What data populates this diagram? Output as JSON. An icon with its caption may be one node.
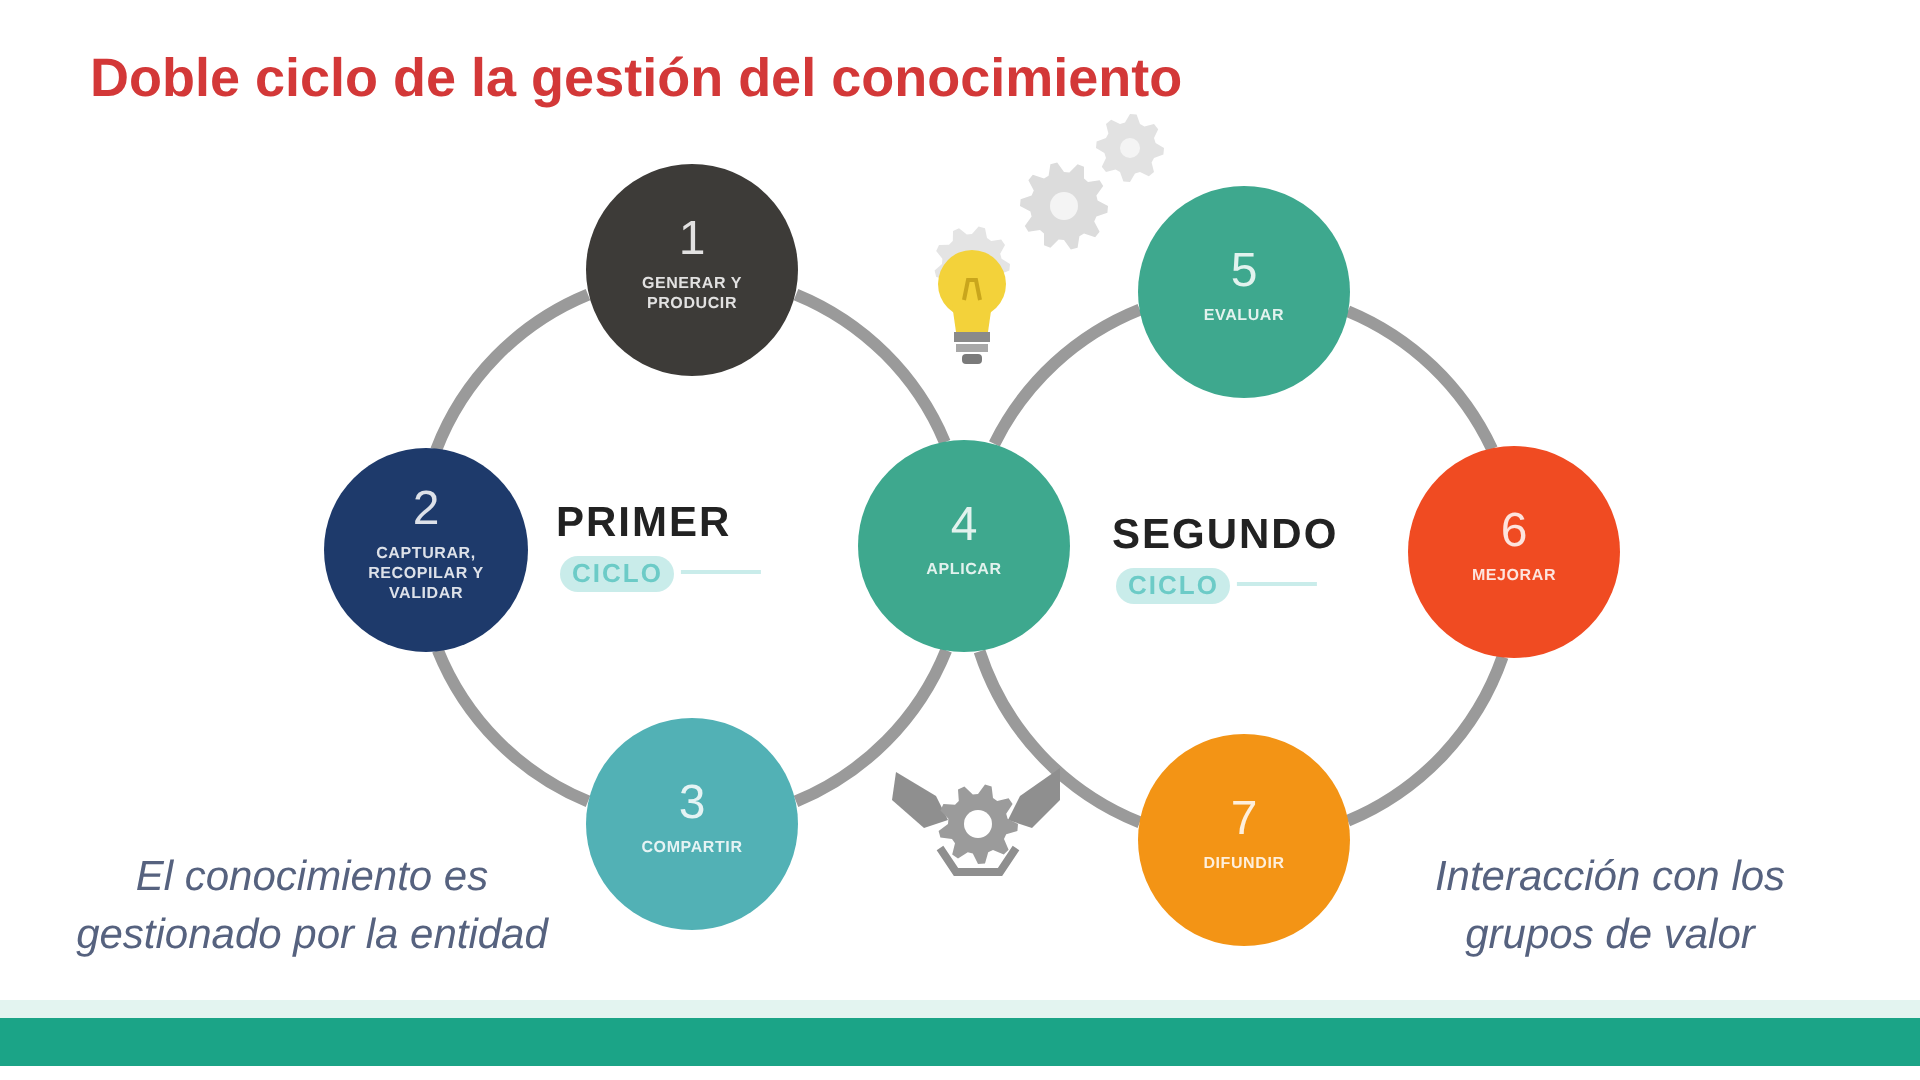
{
  "diagram": {
    "title": "Doble ciclo de la gestión del conocimiento",
    "nodes": [
      {
        "text": [
          "1",
          "GENERAR Y PRODUCIR"
        ]
      },
      {
        "text": [
          "2",
          "CAPTURAR, RECOPILAR Y VALIDAR"
        ]
      },
      {
        "text": [
          "3",
          "COMPARTIR"
        ]
      },
      {
        "text": [
          "4",
          "APLICAR"
        ]
      },
      {
        "text": [
          "5",
          "EVALUAR"
        ]
      },
      {
        "text": [
          "6",
          "MEJORAR"
        ]
      },
      {
        "text": [
          "7",
          "DIFUNDIR"
        ]
      }
    ],
    "edges": [
      {
        "from": 0,
        "to": 1,
        "arrow": "none"
      },
      {
        "from": 1,
        "to": 2,
        "arrow": "none"
      },
      {
        "from": 2,
        "to": 3,
        "arrow": "none"
      },
      {
        "from": 3,
        "to": 0,
        "arrow": "none"
      },
      {
        "from": 3,
        "to": 4,
        "arrow": "none"
      },
      {
        "from": 4,
        "to": 5,
        "arrow": "none"
      },
      {
        "from": 5,
        "to": 6,
        "arrow": "none"
      },
      {
        "from": 6,
        "to": 3,
        "arrow": "none"
      }
    ],
    "labels": [
      "PRIMER",
      "CICLO",
      "SEGUNDO",
      "CICLO",
      "El conocimiento es gestionado por la entidad",
      "Interacción con los grupos de valor"
    ]
  }
}
